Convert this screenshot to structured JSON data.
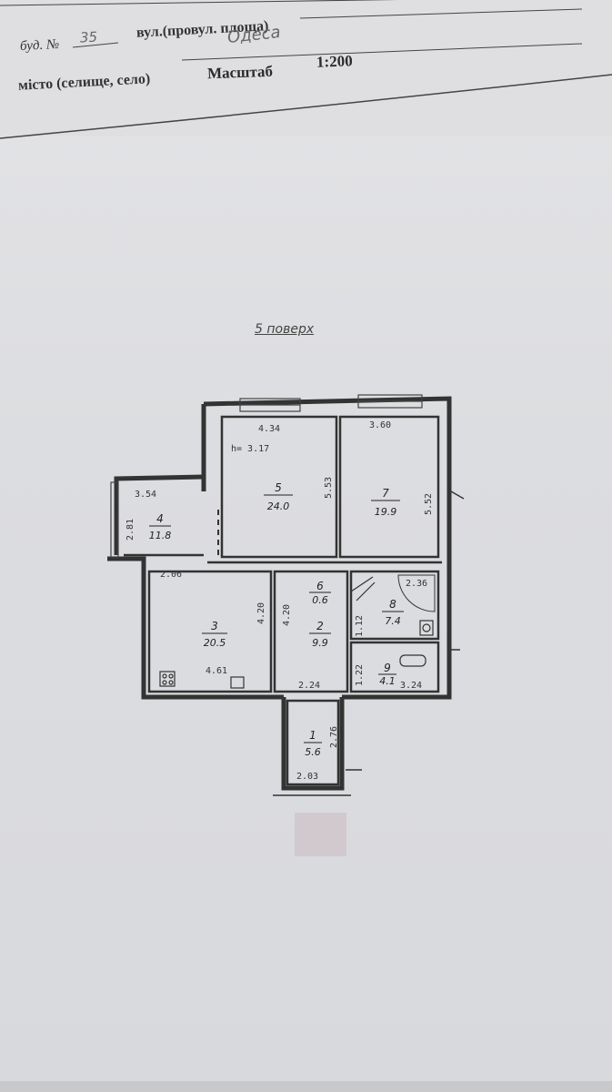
{
  "header": {
    "building_label": "буд. №",
    "building_number": "35",
    "street_label": "вул.(провул. площа)",
    "city_label": "місто (селище, село)",
    "city_value": "Одеса",
    "scale_label": "Масштаб",
    "scale_value": "1:200"
  },
  "plan": {
    "floor_title": "5 поверх",
    "ceiling_height": "h= 3.17",
    "rooms": [
      {
        "number": "1",
        "area": "5.6"
      },
      {
        "number": "2",
        "area": "9.9"
      },
      {
        "number": "3",
        "area": "20.5"
      },
      {
        "number": "4",
        "area": "11.8"
      },
      {
        "number": "5",
        "area": "24.0"
      },
      {
        "number": "6",
        "area": "0.6"
      },
      {
        "number": "7",
        "area": "19.9"
      },
      {
        "number": "8",
        "area": "7.4"
      },
      {
        "number": "9",
        "area": "4.1"
      }
    ],
    "dimensions": {
      "d434": "4.34",
      "d360": "3.60",
      "d354": "3.54",
      "d281": "2.81",
      "d553": "5.53",
      "d552": "5.52",
      "d206": "2.06",
      "d420a": "4.20",
      "d420b": "4.20",
      "d461": "4.61",
      "d224": "2.24",
      "d112": "1.12",
      "d122": "1.22",
      "d324": "3.24",
      "d236": "2.36",
      "d276": "2.76",
      "d203": "2.03"
    }
  }
}
